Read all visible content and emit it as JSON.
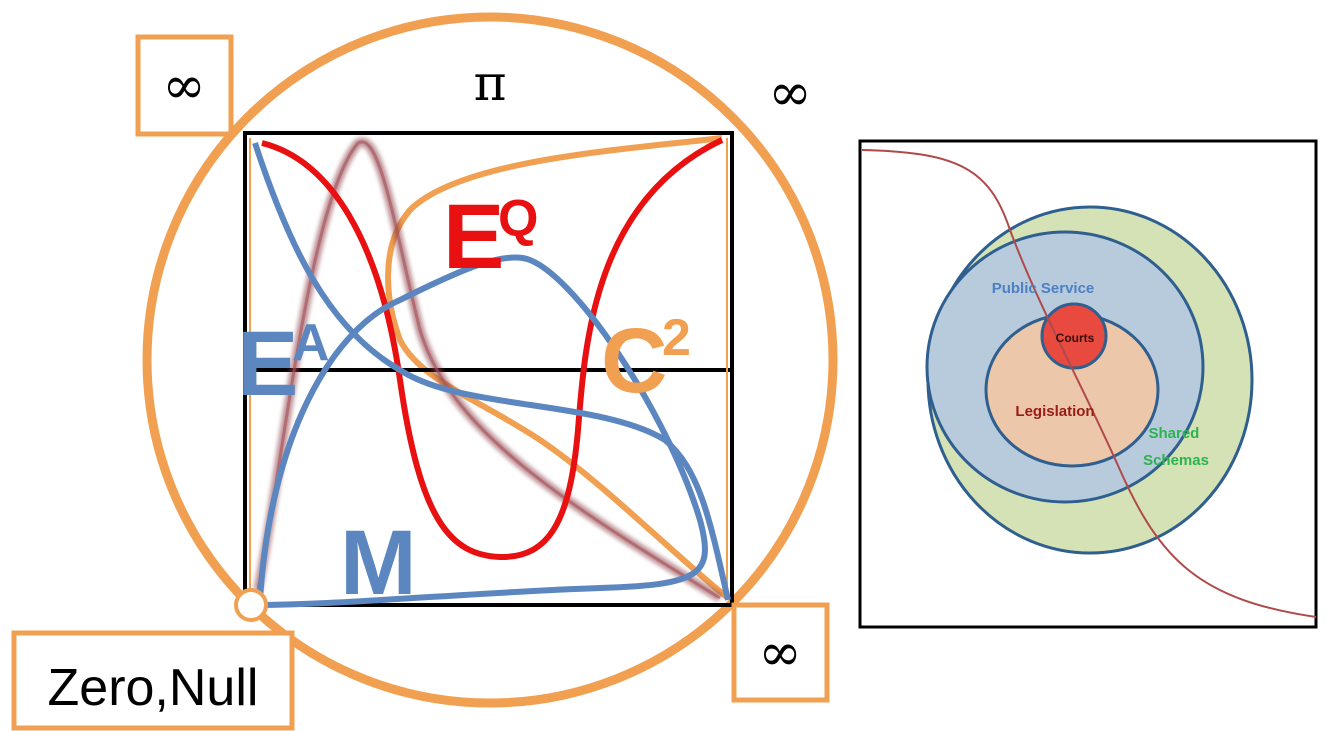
{
  "diagram": {
    "left": {
      "symbols": {
        "pi": "π",
        "infinity_top_left": "∞",
        "infinity_top_right": "∞",
        "infinity_bottom_right": "∞"
      },
      "zero_label": "Zero,Null",
      "curve_labels": {
        "eq_base": "E",
        "eq_sup": "Q",
        "ea_base": "E",
        "ea_sup": "A",
        "c2_base": "C",
        "c2_sup": "2",
        "m": "M"
      },
      "colors": {
        "orange": "#f0a050",
        "red": "#e81010",
        "blue": "#5b86c0",
        "maroon": "#8a3a42",
        "black": "#000000"
      }
    },
    "right": {
      "labels": {
        "public_service": "Public Service",
        "courts": "Courts",
        "legislation": "Legislation",
        "shared_schemas": [
          "Shared",
          "Schemas"
        ]
      },
      "colors": {
        "outer_green": "#d5e2b5",
        "public_blue": "#b7cbdc",
        "legislation_peach": "#ecc7aa",
        "courts_red": "#e84a40",
        "ring_stroke": "#2f5f8f",
        "public_text": "#4d7fc2",
        "legislation_text": "#9a1c14",
        "schemas_text": "#2db34f",
        "curve": "#b04a4a"
      }
    }
  }
}
